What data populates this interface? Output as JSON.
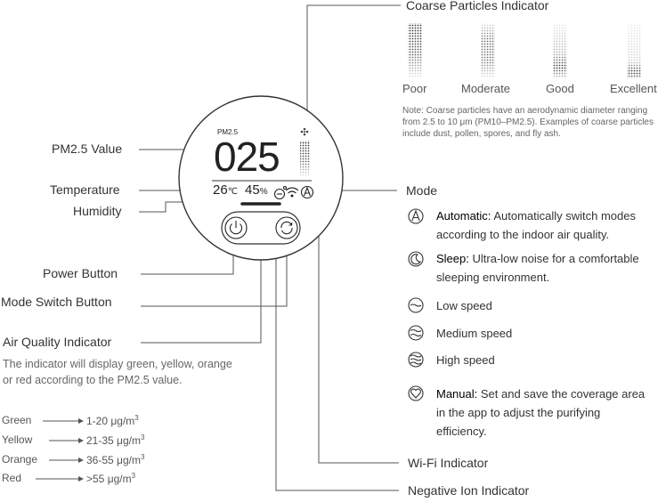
{
  "coarse_indicator": {
    "title": "Coarse Particles Indicator",
    "levels": [
      "Poor",
      "Moderate",
      "Good",
      "Excellent"
    ],
    "note": "Note: Coarse particles have an aerodynamic diameter ranging from 2.5 to 10 μm (PM10–PM2.5). Examples of coarse particles include dust, pollen, spores, and fly ash."
  },
  "display": {
    "pm_label": "PM2.5",
    "pm_value": "025",
    "temperature": "26",
    "temp_unit": "℃",
    "humidity": "45",
    "humidity_unit": "%"
  },
  "left_labels": {
    "pm_value": "PM2.5 Value",
    "temperature": "Temperature",
    "humidity": "Humidity",
    "power_button": "Power Button",
    "mode_switch": "Mode Switch Button",
    "air_quality": "Air Quality Indicator",
    "air_quality_desc": "The indicator will display green, yellow, orange or red according to the PM2.5 value."
  },
  "ranges": [
    {
      "color": "Green",
      "range": "1-20 μg/m",
      "sup": "3"
    },
    {
      "color": "Yellow",
      "range": "21-35 μg/m",
      "sup": "3"
    },
    {
      "color": "Orange",
      "range": "36-55 μg/m",
      "sup": "3"
    },
    {
      "color": "Red",
      "range": ">55 μg/m",
      "sup": "3"
    }
  ],
  "mode": {
    "title": "Mode",
    "automatic_name": "Automatic:",
    "automatic_desc": "Automatically switch modes according to the indoor air quality.",
    "sleep_name": "Sleep:",
    "sleep_desc": "Ultra-low noise for a comfortable sleeping environment.",
    "low": "Low speed",
    "medium": "Medium speed",
    "high": "High speed",
    "manual_name": "Manual:",
    "manual_desc": "Set and save the coverage area in the app to adjust the purifying efficiency."
  },
  "bottom_labels": {
    "wifi": "Wi-Fi Indicator",
    "negative_ion": "Negative Ion Indicator"
  }
}
